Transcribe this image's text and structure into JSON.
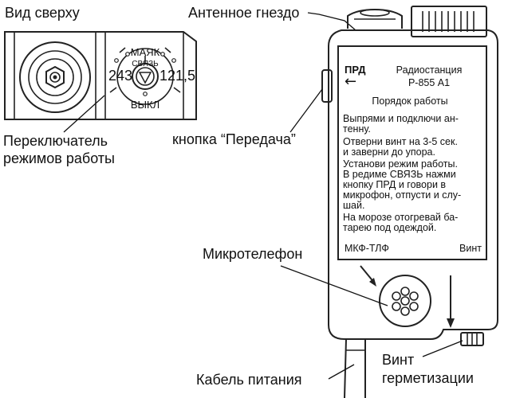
{
  "labels": {
    "top_view": "Вид сверху",
    "antenna_socket": "Антенное гнездо",
    "mode_switch_line1": "Переключатель",
    "mode_switch_line2": "режимов работы",
    "transmit_button": "кнопка “Передача”",
    "microtelephone": "Микротелефон",
    "power_cable": "Кабель питания",
    "seal_screw_line1": "Винт",
    "seal_screw_line2": "герметизации"
  },
  "switch": {
    "beacon": "МАЯК",
    "link": "СВЯЗЬ",
    "freq_left": "243",
    "freq_right": "121,5",
    "off": "ВЫКЛ"
  },
  "panel": {
    "prd": "ПРД",
    "arrow": "←",
    "title_line1": "Радиостанция",
    "title_line2": "Р-855 А1",
    "procedure_title": "Порядок работы",
    "instructions": [
      "Выпрями и подключи ан-",
      "тенну.",
      "Отверни винт на 3-5 сек.",
      "и заверни до упора.",
      "Установи режим работы.",
      "В редиме СВЯЗЬ нажми",
      "кнопку ПРД и говори в",
      "микрофон, отпусти и слу-",
      "шай.",
      "На морозе отогревай ба-",
      "тарею под одеждой."
    ],
    "footer_left": "МКФ-ТЛФ",
    "footer_right": "Винт"
  }
}
